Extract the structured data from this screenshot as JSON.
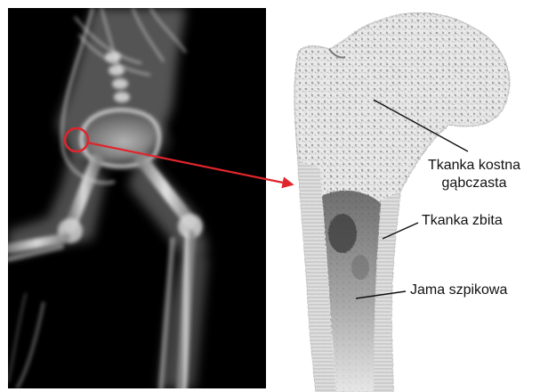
{
  "labels": {
    "spongy_bone_line1": "Tkanka kostna",
    "spongy_bone_line2": "gąbczasta",
    "compact_bone": "Tkanka zbita",
    "marrow_cavity": "Jama szpikowa"
  },
  "colors": {
    "callout": "#e0252c",
    "xray_background": "#000000",
    "bone_glow": "#dcdcdc",
    "leader_lines": "#111111"
  },
  "icons": {
    "skeleton": "running-skeleton-xray",
    "femur": "femur-cross-section"
  }
}
